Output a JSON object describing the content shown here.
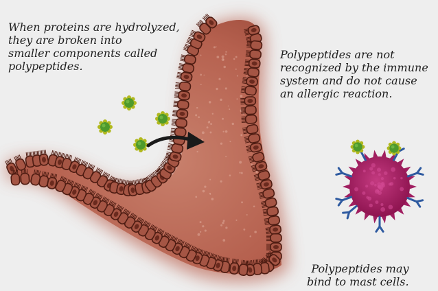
{
  "captions": {
    "hydrolysis": [
      "When proteins are hydrolyzed,",
      "they are broken into",
      "smaller components called",
      "polypeptides."
    ],
    "immune": [
      "Polypeptides are not",
      "recognized by the immune",
      "system and do not cause",
      "an allergic reaction."
    ],
    "mast_cell": [
      "Polypeptides may",
      "bind to mast cells."
    ]
  },
  "colors": {
    "background": "#eeeeee",
    "tissue_glow": "#c0705e",
    "tissue_fill": "#b5604e",
    "cell_fill": "#a55544",
    "cell_outline": "#4e1c12",
    "nucleus": "#6a2a1e",
    "polypeptide_core": "#4e9a2c",
    "polypeptide_spikes": "#b0b81e",
    "arrow": "#1a1a1a",
    "mast_cell": "#a01e60",
    "receptor": "#2e5aa0"
  }
}
